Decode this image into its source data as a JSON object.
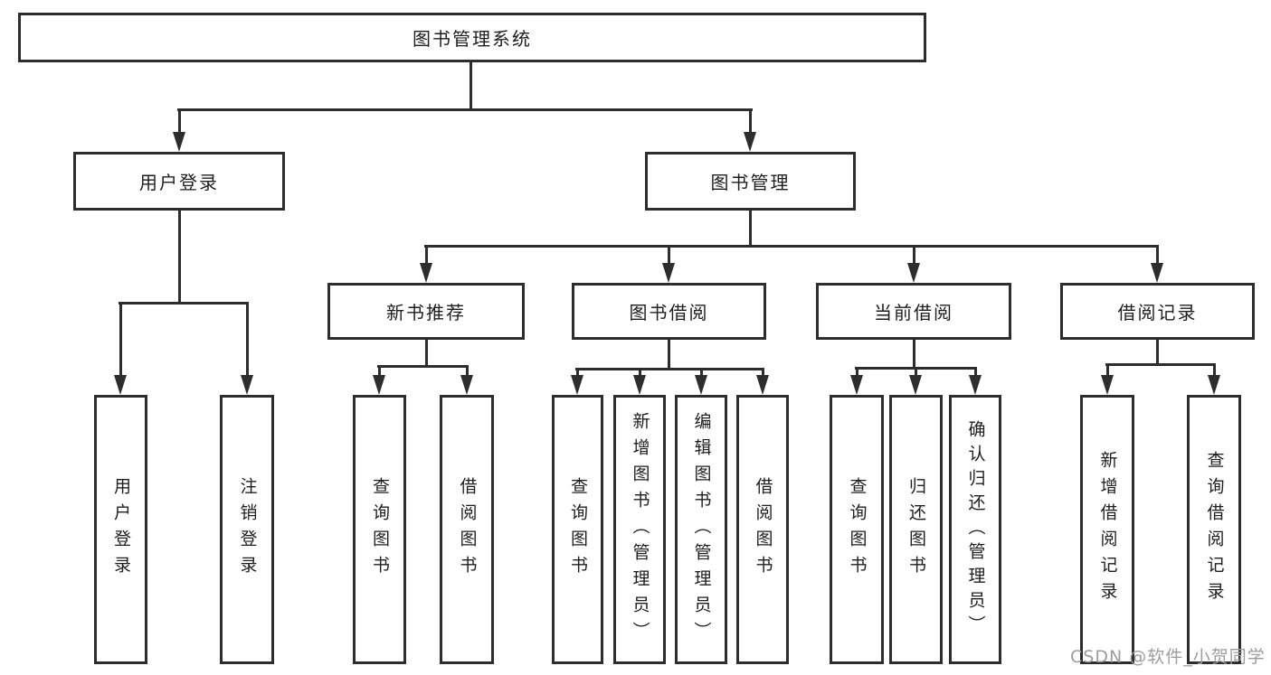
{
  "nodes": {
    "root": "图书管理系统",
    "user_login": "用户登录",
    "book_management": "图书管理",
    "user_login_leaf": "用户登录",
    "logout_leaf": "注销登录",
    "new_book_rec": "新书推荐",
    "book_borrow": "图书借阅",
    "current_borrow": "当前借阅",
    "borrow_record": "借阅记录",
    "nbr_query_book": "查询图书",
    "nbr_borrow_book": "借阅图书",
    "bb_query_book": "查询图书",
    "bb_add_book": "新增图书（管理员）",
    "bb_edit_book": "编辑图书（管理员）",
    "bb_borrow_book": "借阅图书",
    "cb_query_book": "查询图书",
    "cb_return_book": "归还图书",
    "cb_confirm_return": "确认归还（管理员）",
    "br_add_record": "新增借阅记录",
    "br_query_record": "查询借阅记录"
  },
  "watermark": "CSDN @软件_小贺同学",
  "colors": {
    "line": "#2d2d2d",
    "text": "#1e1e1e",
    "background": "#ffffff",
    "watermark": "#9d9d9d"
  }
}
